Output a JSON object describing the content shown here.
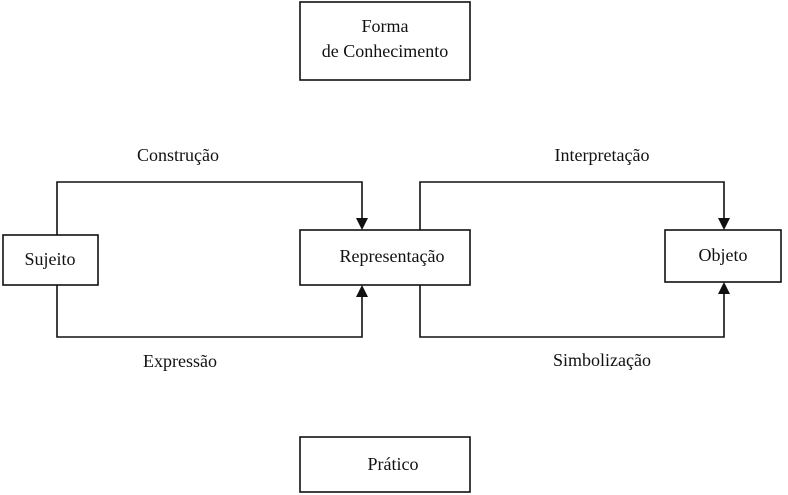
{
  "nodes": {
    "top": {
      "line1": "Forma",
      "line2": "de Conhecimento"
    },
    "sujeito": {
      "label": "Sujeito"
    },
    "representacao": {
      "label": "Representação"
    },
    "objeto": {
      "label": "Objeto"
    },
    "bottom": {
      "label": "Prático"
    }
  },
  "edges": {
    "construcao": "Construção",
    "expressao": "Expressão",
    "interpretacao": "Interpretação",
    "simbolizacao": "Simbolização"
  },
  "colors": {
    "ink": "#111111",
    "background": "#ffffff"
  }
}
